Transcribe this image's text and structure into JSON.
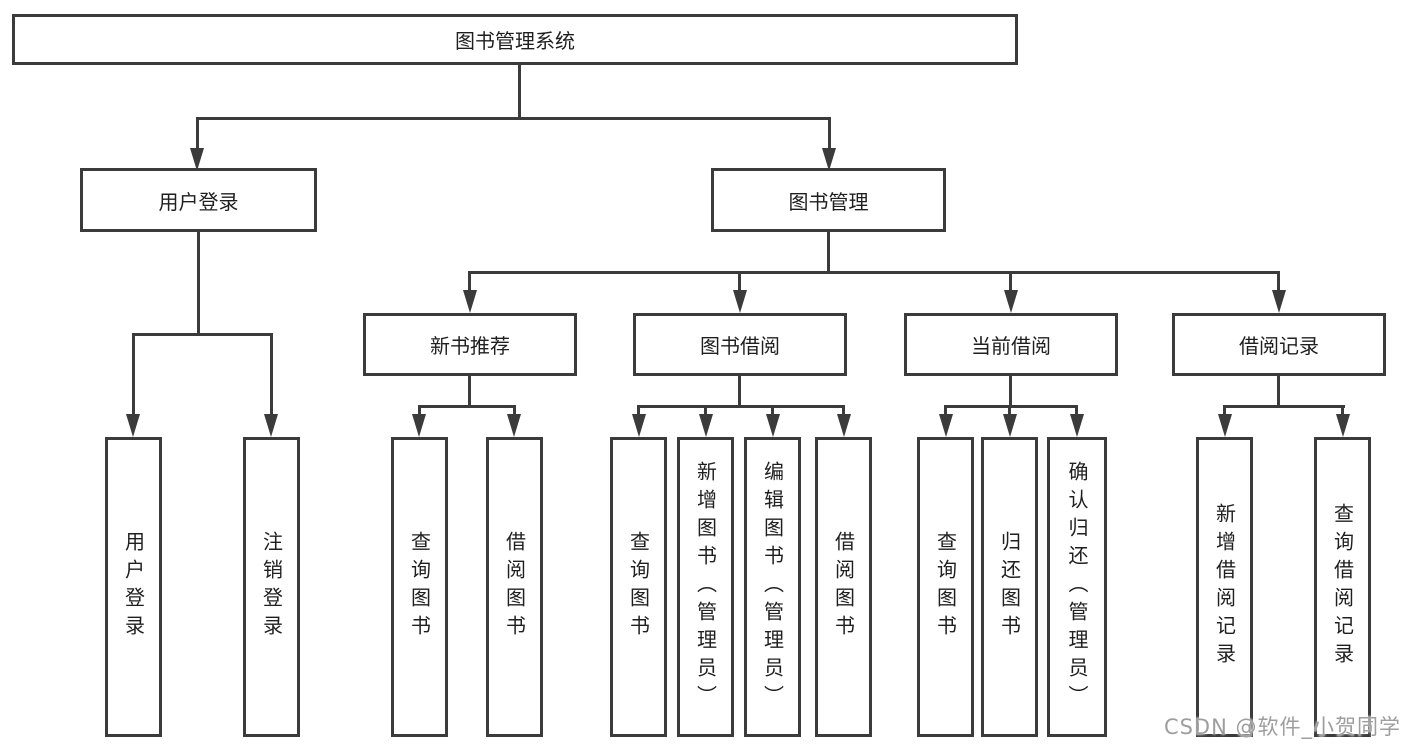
{
  "colors": {
    "line": "#3b3b3b",
    "text": "#1f1f1f",
    "watermark": "#9e9e9e",
    "bg": "#ffffff"
  },
  "watermark": {
    "text": "CSDN @软件_小贺同学"
  },
  "tree": {
    "root": "图书管理系统",
    "branches": [
      {
        "label": "用户登录",
        "children": [
          "用户登录",
          "注销登录"
        ]
      },
      {
        "label": "图书管理",
        "sections": [
          {
            "label": "新书推荐",
            "children": [
              "查询图书",
              "借阅图书"
            ]
          },
          {
            "label": "图书借阅",
            "children": [
              "查询图书",
              "新增图书（管理员）",
              "编辑图书（管理员）",
              "借阅图书"
            ]
          },
          {
            "label": "当前借阅",
            "children": [
              "查询图书",
              "归还图书",
              "确认归还（管理员）"
            ]
          },
          {
            "label": "借阅记录",
            "children": [
              "新增借阅记录",
              "查询借阅记录"
            ]
          }
        ]
      }
    ]
  }
}
